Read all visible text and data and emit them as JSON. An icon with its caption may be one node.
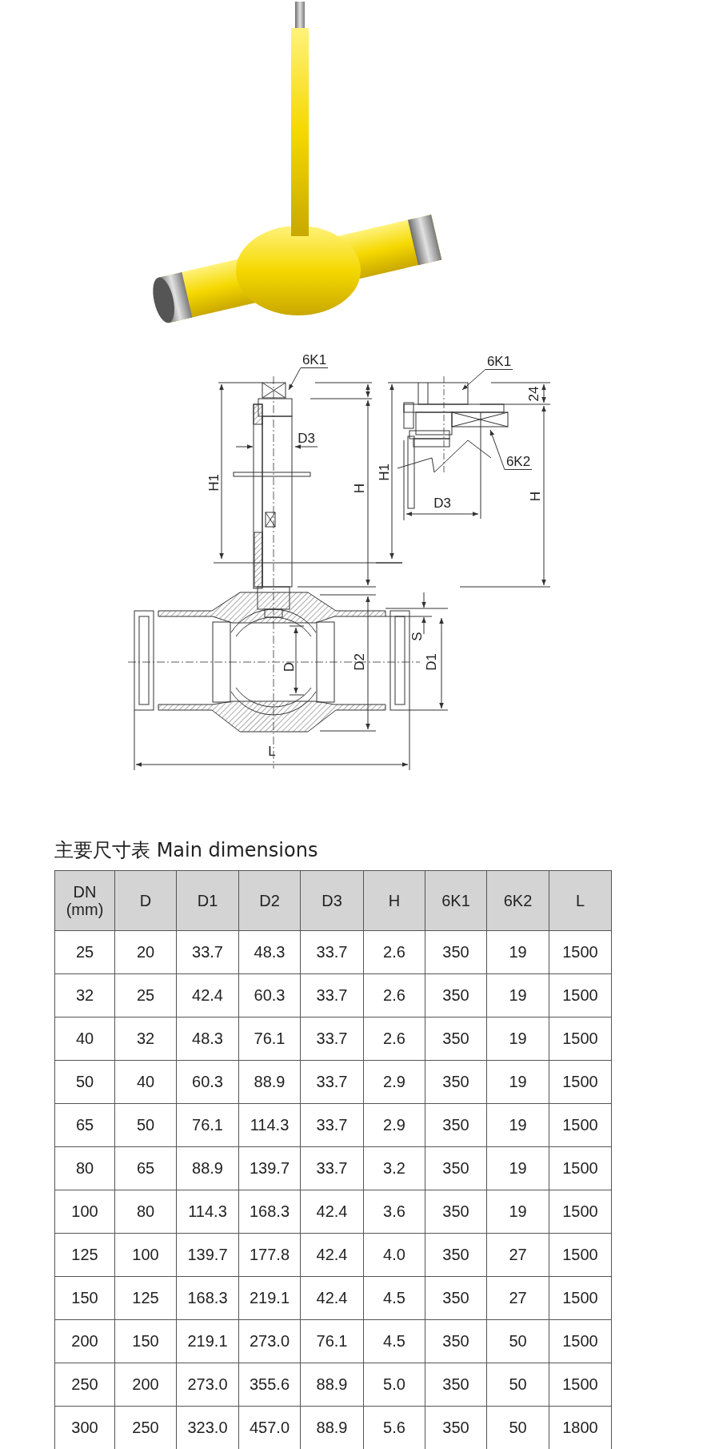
{
  "diagram": {
    "title": "主要尺寸表 Main dimensions",
    "nodes": [
      {
        "text": [
          "6K1"
        ]
      },
      {
        "text": [
          "6K1"
        ]
      },
      {
        "text": [
          "6K2"
        ]
      }
    ],
    "edges": [
      {
        "from": 0,
        "to": null,
        "arrow": "to"
      },
      {
        "from": 1,
        "to": null,
        "arrow": "to"
      },
      {
        "from": 2,
        "to": null,
        "arrow": "to"
      }
    ],
    "labels": [
      "24",
      "D3",
      "H1",
      "H1",
      "H",
      "H",
      "D3",
      "S",
      "D",
      "D2",
      "D1",
      "L",
      "DN (mm)",
      "D",
      "D1",
      "D2",
      "D3",
      "H",
      "6K1",
      "6K2",
      "L",
      "25",
      "20",
      "33.7",
      "48.3",
      "33.7",
      "2.6",
      "350",
      "19",
      "1500",
      "32",
      "25",
      "42.4",
      "60.3",
      "33.7",
      "2.6",
      "350",
      "19",
      "1500",
      "40",
      "32",
      "48.3",
      "76.1",
      "33.7",
      "2.6",
      "350",
      "19",
      "1500",
      "50",
      "40",
      "60.3",
      "88.9",
      "33.7",
      "2.9",
      "350",
      "19",
      "1500",
      "65",
      "50",
      "76.1",
      "114.3",
      "33.7",
      "2.9",
      "350",
      "19",
      "1500",
      "80",
      "65",
      "88.9",
      "139.7",
      "33.7",
      "3.2",
      "350",
      "19",
      "1500",
      "100",
      "80",
      "114.3",
      "168.3",
      "42.4",
      "3.6",
      "350",
      "19",
      "1500",
      "125",
      "100",
      "139.7",
      "177.8",
      "42.4",
      "4.0",
      "350",
      "27",
      "1500",
      "150",
      "125",
      "168.3",
      "219.1",
      "42.4",
      "4.5",
      "350",
      "27",
      "1500",
      "200",
      "150",
      "219.1",
      "273.0",
      "76.1",
      "4.5",
      "350",
      "50",
      "1500",
      "250",
      "200",
      "273.0",
      "355.6",
      "88.9",
      "5.0",
      "350",
      "50",
      "1500",
      "300",
      "250",
      "323.0",
      "457.0",
      "88.9",
      "5.6",
      "350",
      "50",
      "1800"
    ]
  }
}
